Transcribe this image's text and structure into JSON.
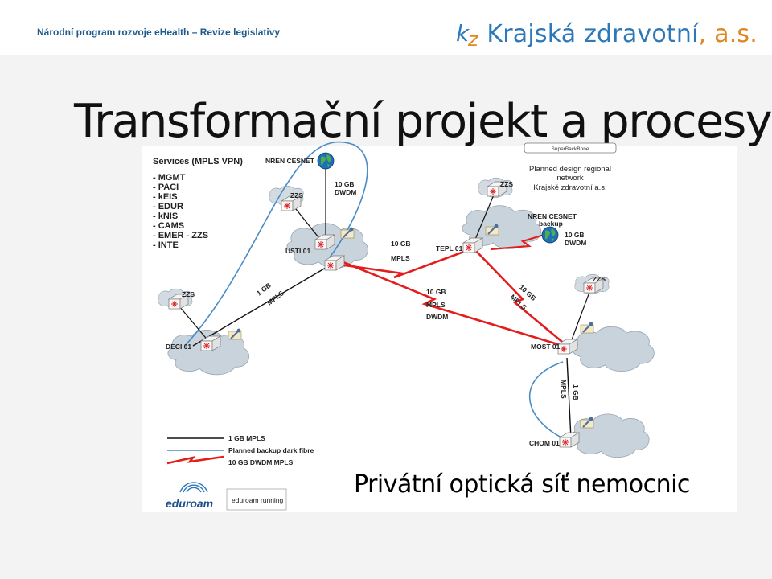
{
  "header": {
    "text": "Národní program rozvoje eHealth – Revize legislativy",
    "brand_main": "Krajská zdravotní",
    "brand_suffix": ", a.s."
  },
  "title": "Transformační projekt a procesy",
  "subtitle": "Privátní optická síť nemocnic",
  "services": {
    "heading": "Services (MPLS VPN)",
    "items": [
      "- MGMT",
      "- PACI",
      "- kEIS",
      "- EDUR",
      "- kNIS",
      "- CAMS",
      "- EMER - ZZS",
      "- INTE"
    ]
  },
  "planned": {
    "badge": "SuperBackBone",
    "line1": "Planned design regional",
    "line2": "network",
    "line3": "Krajské zdravotní a.s."
  },
  "labels": {
    "nren_top": "NREN CESNET",
    "zzs": "ZZS",
    "dwdm_10gb_a": "10 GB",
    "dwdm_a": "DWDM",
    "usti": "USTI 01",
    "gb10_mid": "10 GB",
    "mpls_mid": "MPLS",
    "tepl": "TEPL 01",
    "nren_backup1": "NREN CESNET",
    "nren_backup2": "backup",
    "dwdm_10gb_b": "10 GB",
    "dwdm_b": "DWDM",
    "gb1_left": "1 GB",
    "mpls_left": "MPLS",
    "gb10_center": "10 GB",
    "mpls_center": "MPLS",
    "dwdm_center": "DWDM",
    "gb10_right": "10 GB",
    "mpls_right": "MPLS",
    "deci": "DECI 01",
    "most": "MOST 01",
    "mpls_vert": "MPLS",
    "gb1_vert": "1 GB",
    "chom": "CHOM 01"
  },
  "legend": {
    "item1": "1 GB MPLS",
    "item2": "Planned backup  dark fibre",
    "item3": "10 GB DWDM MPLS",
    "eduroam_logo": "eduroam",
    "eduroam_note": "eduroam running"
  },
  "colors": {
    "header_text": "#1f5a8c",
    "brand_blue": "#2c78b8",
    "brand_orange": "#e0851f",
    "link_10gb": "#e41c1c",
    "link_backup": "#4a8cc4",
    "cloud": "#c9d3dc"
  }
}
